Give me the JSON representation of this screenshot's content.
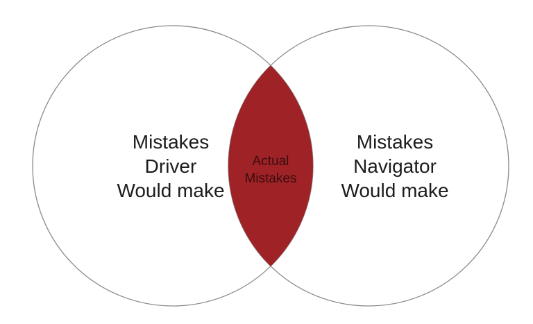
{
  "diagram": {
    "type": "venn-2-set",
    "background_color": "#ffffff",
    "circle_stroke_color": "#8a8a8a",
    "intersection_fill_color": "#9e2226",
    "label_color": "#1c1c1c",
    "intersection_label_color": "#3a0d0f",
    "left_circle": {
      "line1": "Mistakes",
      "line2": "Driver",
      "line3": "Would make"
    },
    "right_circle": {
      "line1": "Mistakes",
      "line2": "Navigator",
      "line3": "Would make"
    },
    "intersection": {
      "line1": "Actual",
      "line2": "Mistakes"
    }
  }
}
